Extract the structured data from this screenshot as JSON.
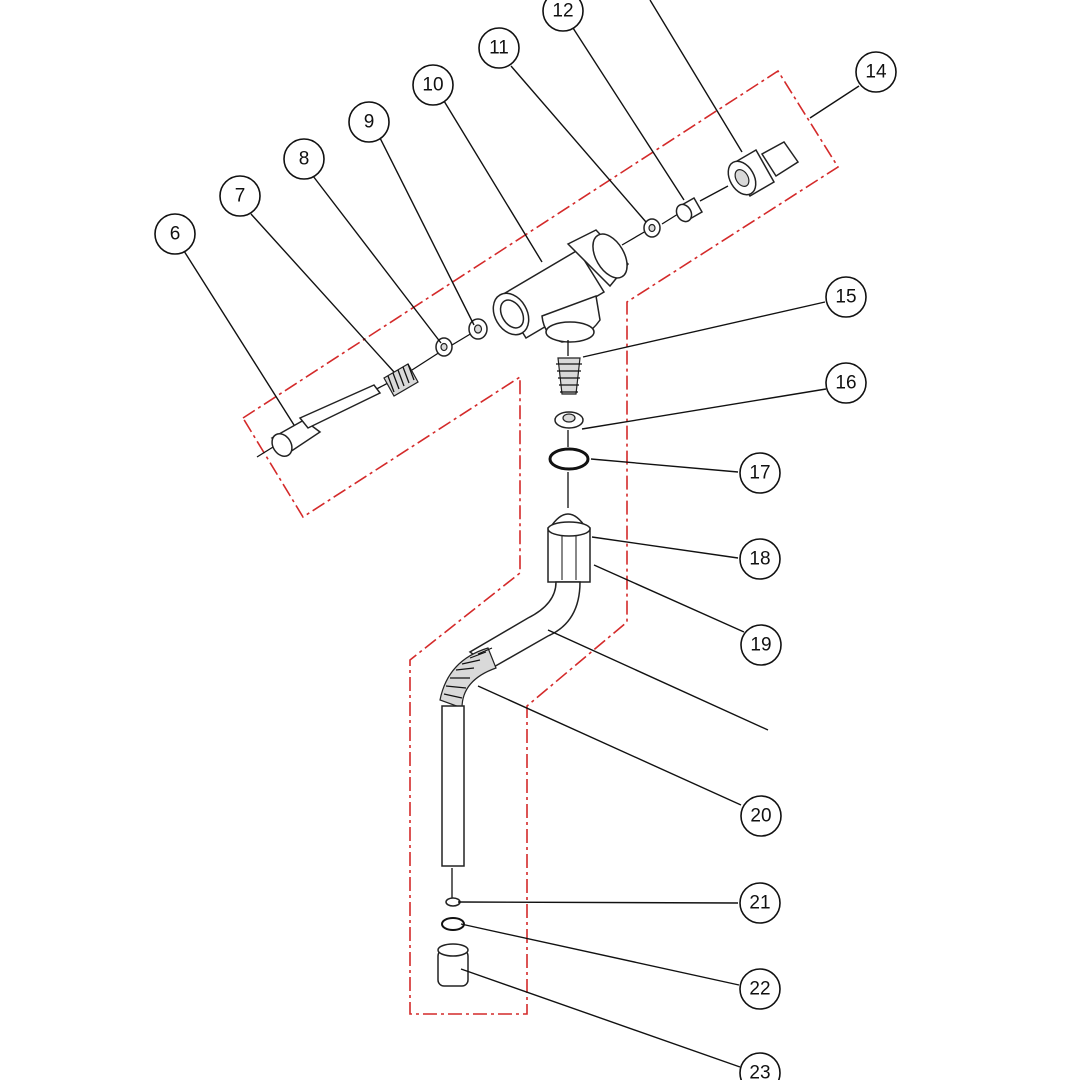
{
  "colors": {
    "boundary": "#d42a2a",
    "line": "#111111",
    "background": "#ffffff"
  },
  "callouts": {
    "c6": "6",
    "c7": "7",
    "c8": "8",
    "c9": "9",
    "c10": "10",
    "c11": "11",
    "c12": "12",
    "c14": "14",
    "c15": "15",
    "c16": "16",
    "c17": "17",
    "c18": "18",
    "c19": "19",
    "c20": "20",
    "c21": "21",
    "c22": "22",
    "c23": "23"
  }
}
